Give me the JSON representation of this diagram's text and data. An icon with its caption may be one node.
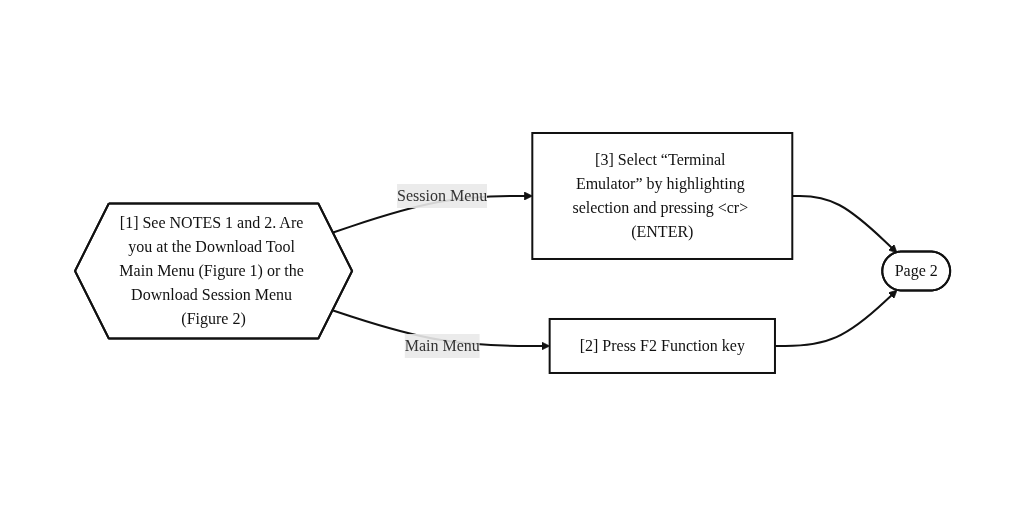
{
  "diagram": {
    "nodes": [
      {
        "text": [
          "[1] See NOTES 1 and 2. Are you at the Download Tool Main Menu (Figure 1) or the Download Session Menu (Figure 2)"
        ]
      },
      {
        "text": [
          "[3] Select “Terminal Emulator” by highlighting selection and pressing <cr> (ENTER)"
        ]
      },
      {
        "text": [
          "[2] Press F2 Function key"
        ]
      },
      {
        "text": [
          "Page 2"
        ]
      }
    ],
    "edges": [
      {
        "from": 0,
        "to": 1,
        "arrow": "to",
        "label": "Session Menu"
      },
      {
        "from": 0,
        "to": 2,
        "arrow": "to",
        "label": "Main Menu"
      },
      {
        "from": 1,
        "to": 3,
        "arrow": "to"
      },
      {
        "from": 2,
        "to": 3,
        "arrow": "to"
      }
    ]
  }
}
